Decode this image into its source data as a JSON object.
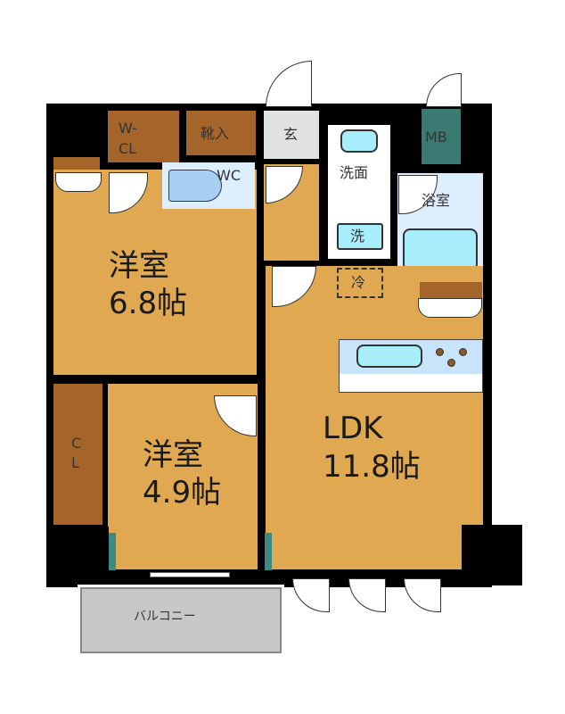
{
  "floorplan": {
    "rooms": {
      "western_room_1": {
        "name": "洋室",
        "size": "6.8帖"
      },
      "western_room_2": {
        "name": "洋室",
        "size": "4.9帖"
      },
      "ldk": {
        "name": "LDK",
        "size": "11.8帖"
      },
      "walk_in_closet": {
        "line1": "W-",
        "line2": "CL"
      },
      "shoe_closet": "靴入",
      "entrance": "玄",
      "toilet": "WC",
      "washroom": "洗面",
      "washer": "洗",
      "bathroom": "浴室",
      "meter_box": "MB",
      "refrigerator": "冷",
      "closet": {
        "line1": "C",
        "line2": "L"
      },
      "balcony": "バルコニー"
    },
    "colors": {
      "floor": "#e0a851",
      "closet": "#a5652a",
      "wall": "#000000",
      "wet_area": "#ddeeff",
      "fixture": "#a8eefa",
      "meter_box": "#3a7a72",
      "balcony": "#c8c8c8"
    }
  }
}
